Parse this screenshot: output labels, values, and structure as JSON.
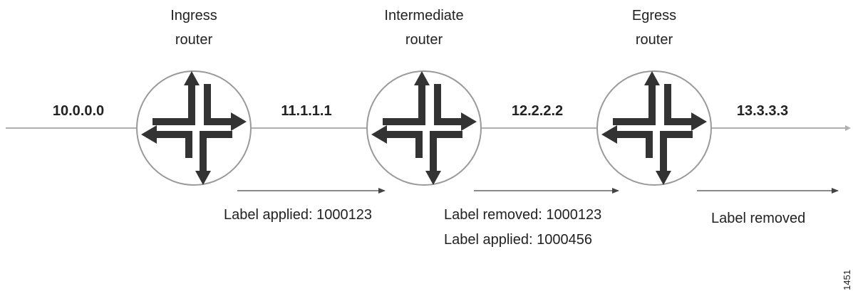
{
  "routers": [
    {
      "title_line1": "Ingress",
      "title_line2": "router",
      "icon": "router-icon"
    },
    {
      "title_line1": "Intermediate",
      "title_line2": "router",
      "icon": "router-icon"
    },
    {
      "title_line1": "Egress",
      "title_line2": "router",
      "icon": "router-icon"
    }
  ],
  "addresses": [
    "10.0.0.0",
    "11.1.1.1",
    "12.2.2.2",
    "13.3.3.3"
  ],
  "hops": [
    {
      "lines": [
        "Label applied: 1000123"
      ]
    },
    {
      "lines": [
        "Label removed: 1000123",
        "Label applied: 1000456"
      ]
    },
    {
      "lines": [
        "Label removed"
      ]
    }
  ],
  "figure_id": "1451",
  "colors": {
    "line": "#b0b0b0",
    "glyph": "#333333",
    "text": "#222222"
  }
}
